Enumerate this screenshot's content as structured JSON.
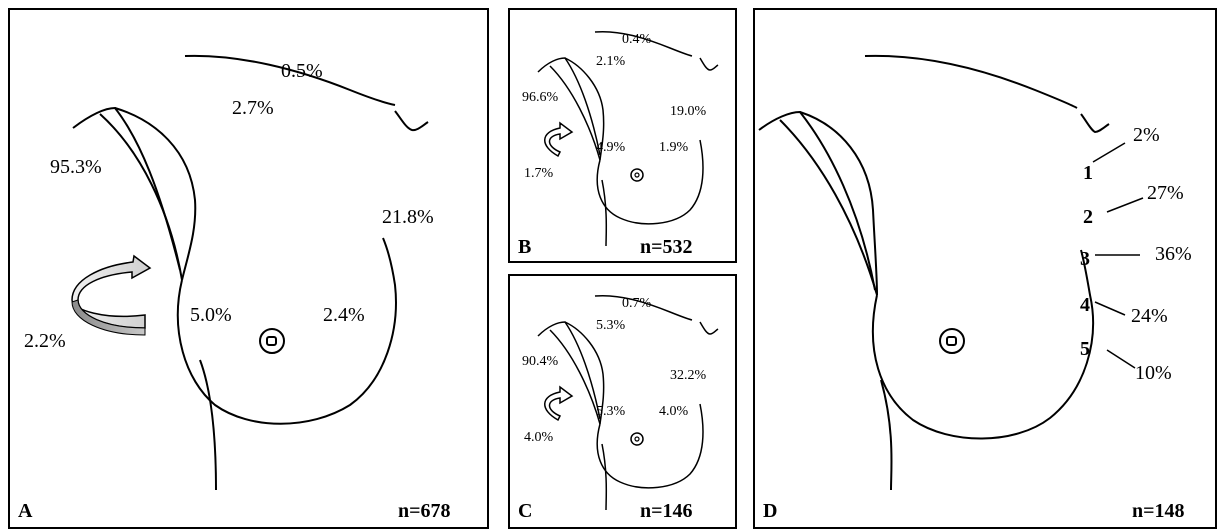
{
  "panels": {
    "a": {
      "letter": "A",
      "n": "n=678",
      "labels": {
        "top_right": "0.5%",
        "top_left": "2.7%",
        "axilla": "95.3%",
        "outer": "21.8%",
        "inner_upper": "5.0%",
        "inner_lower": "2.4%",
        "arrow": "2.2%"
      }
    },
    "b": {
      "letter": "B",
      "n": "n=532",
      "labels": {
        "top_right": "0.4%",
        "top_left": "2.1%",
        "axilla": "96.6%",
        "outer": "19.0%",
        "inner_upper": "4.9%",
        "inner_lower": "1.9%",
        "arrow": "1.7%"
      }
    },
    "c": {
      "letter": "C",
      "n": "n=146",
      "labels": {
        "top_right": "0.7%",
        "top_left": "5.3%",
        "axilla": "90.4%",
        "outer": "32.2%",
        "inner_upper": "5.3%",
        "inner_lower": "4.0%",
        "arrow": "4.0%"
      }
    },
    "d": {
      "letter": "D",
      "n": "n=148",
      "levels": [
        {
          "num": "1",
          "pct": "2%"
        },
        {
          "num": "2",
          "pct": "27%"
        },
        {
          "num": "3",
          "pct": "36%"
        },
        {
          "num": "4",
          "pct": "24%"
        },
        {
          "num": "5",
          "pct": "10%"
        }
      ]
    }
  }
}
